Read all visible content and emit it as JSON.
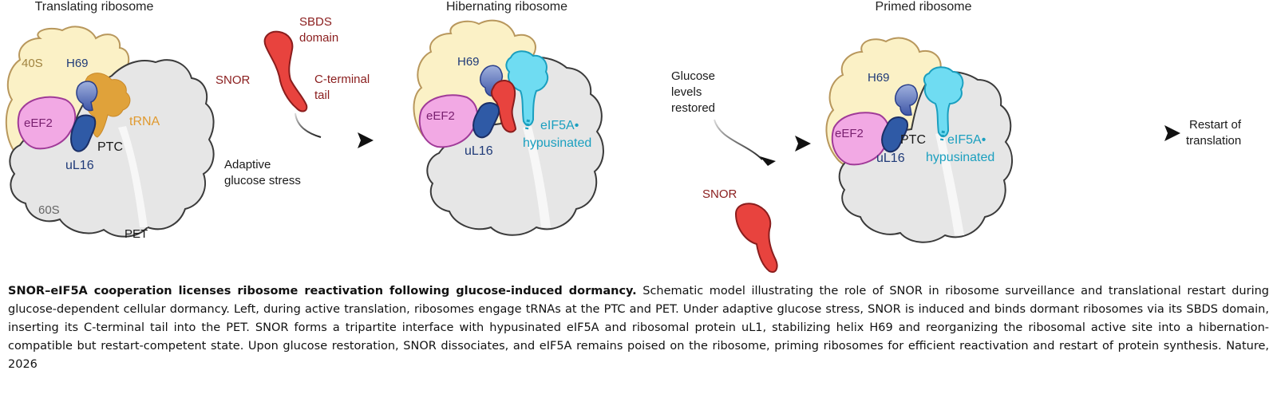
{
  "colors": {
    "ribosome_60s": "#e6e6e6",
    "ribosome_40s": "#fbf1c6",
    "outline_40s": "#b8975c",
    "eef2": "#f2a9e4",
    "ul16": "#2f5aa6",
    "h69": "#3f57a8",
    "trna": "#e0a23a",
    "snor": "#e8433e",
    "eif5a": "#6fdcf2",
    "dark_red_text": "#8a1d1d",
    "teal_text": "#1a9fbf",
    "navy_text": "#1f3a78"
  },
  "diagram": {
    "titles": {
      "translating": "Translating ribosome",
      "hibernating": "Hibernating ribosome",
      "primed": "Primed ribosome"
    },
    "labels": {
      "s40": "40S",
      "s60": "60S",
      "h69": "H69",
      "eef2": "eEF2",
      "trna": "tRNA",
      "ptc": "PTC",
      "ul16": "uL16",
      "pet": "PET",
      "sbds_line1": "SBDS",
      "sbds_line2": "domain",
      "snor": "SNOR",
      "cterm_line1": "C-terminal",
      "cterm_line2": "tail",
      "stress_line1": "Adaptive",
      "stress_line2": "glucose stress",
      "eif5a_line1": "eIF5A•",
      "eif5a_line2": "hypusinated",
      "glucose_line1": "Glucose",
      "glucose_line2": "levels",
      "glucose_line3": "restored",
      "restart_line1": "Restart of",
      "restart_line2": "translation"
    }
  },
  "caption": {
    "title": "SNOR–eIF5A cooperation licenses ribosome reactivation following glucose-induced dormancy.",
    "body": "Schematic model illustrating the role of SNOR in ribosome surveillance and translational restart during glucose-dependent cellular dormancy. Left, during active translation, ribosomes engage tRNAs at the PTC and PET. Under adaptive glucose stress, SNOR is induced and binds dormant ribosomes via its SBDS domain, inserting its C-terminal tail into the PET. SNOR forms a tripartite interface with hypusinated eIF5A and ribosomal protein uL1, stabilizing helix H69 and reorganizing the ribosomal active site into a hibernation-compatible but restart-competent state. Upon glucose restoration, SNOR dissociates, and eIF5A remains poised on the ribosome, priming ribosomes for efficient reactivation and restart of protein synthesis. Nature, 2026"
  }
}
